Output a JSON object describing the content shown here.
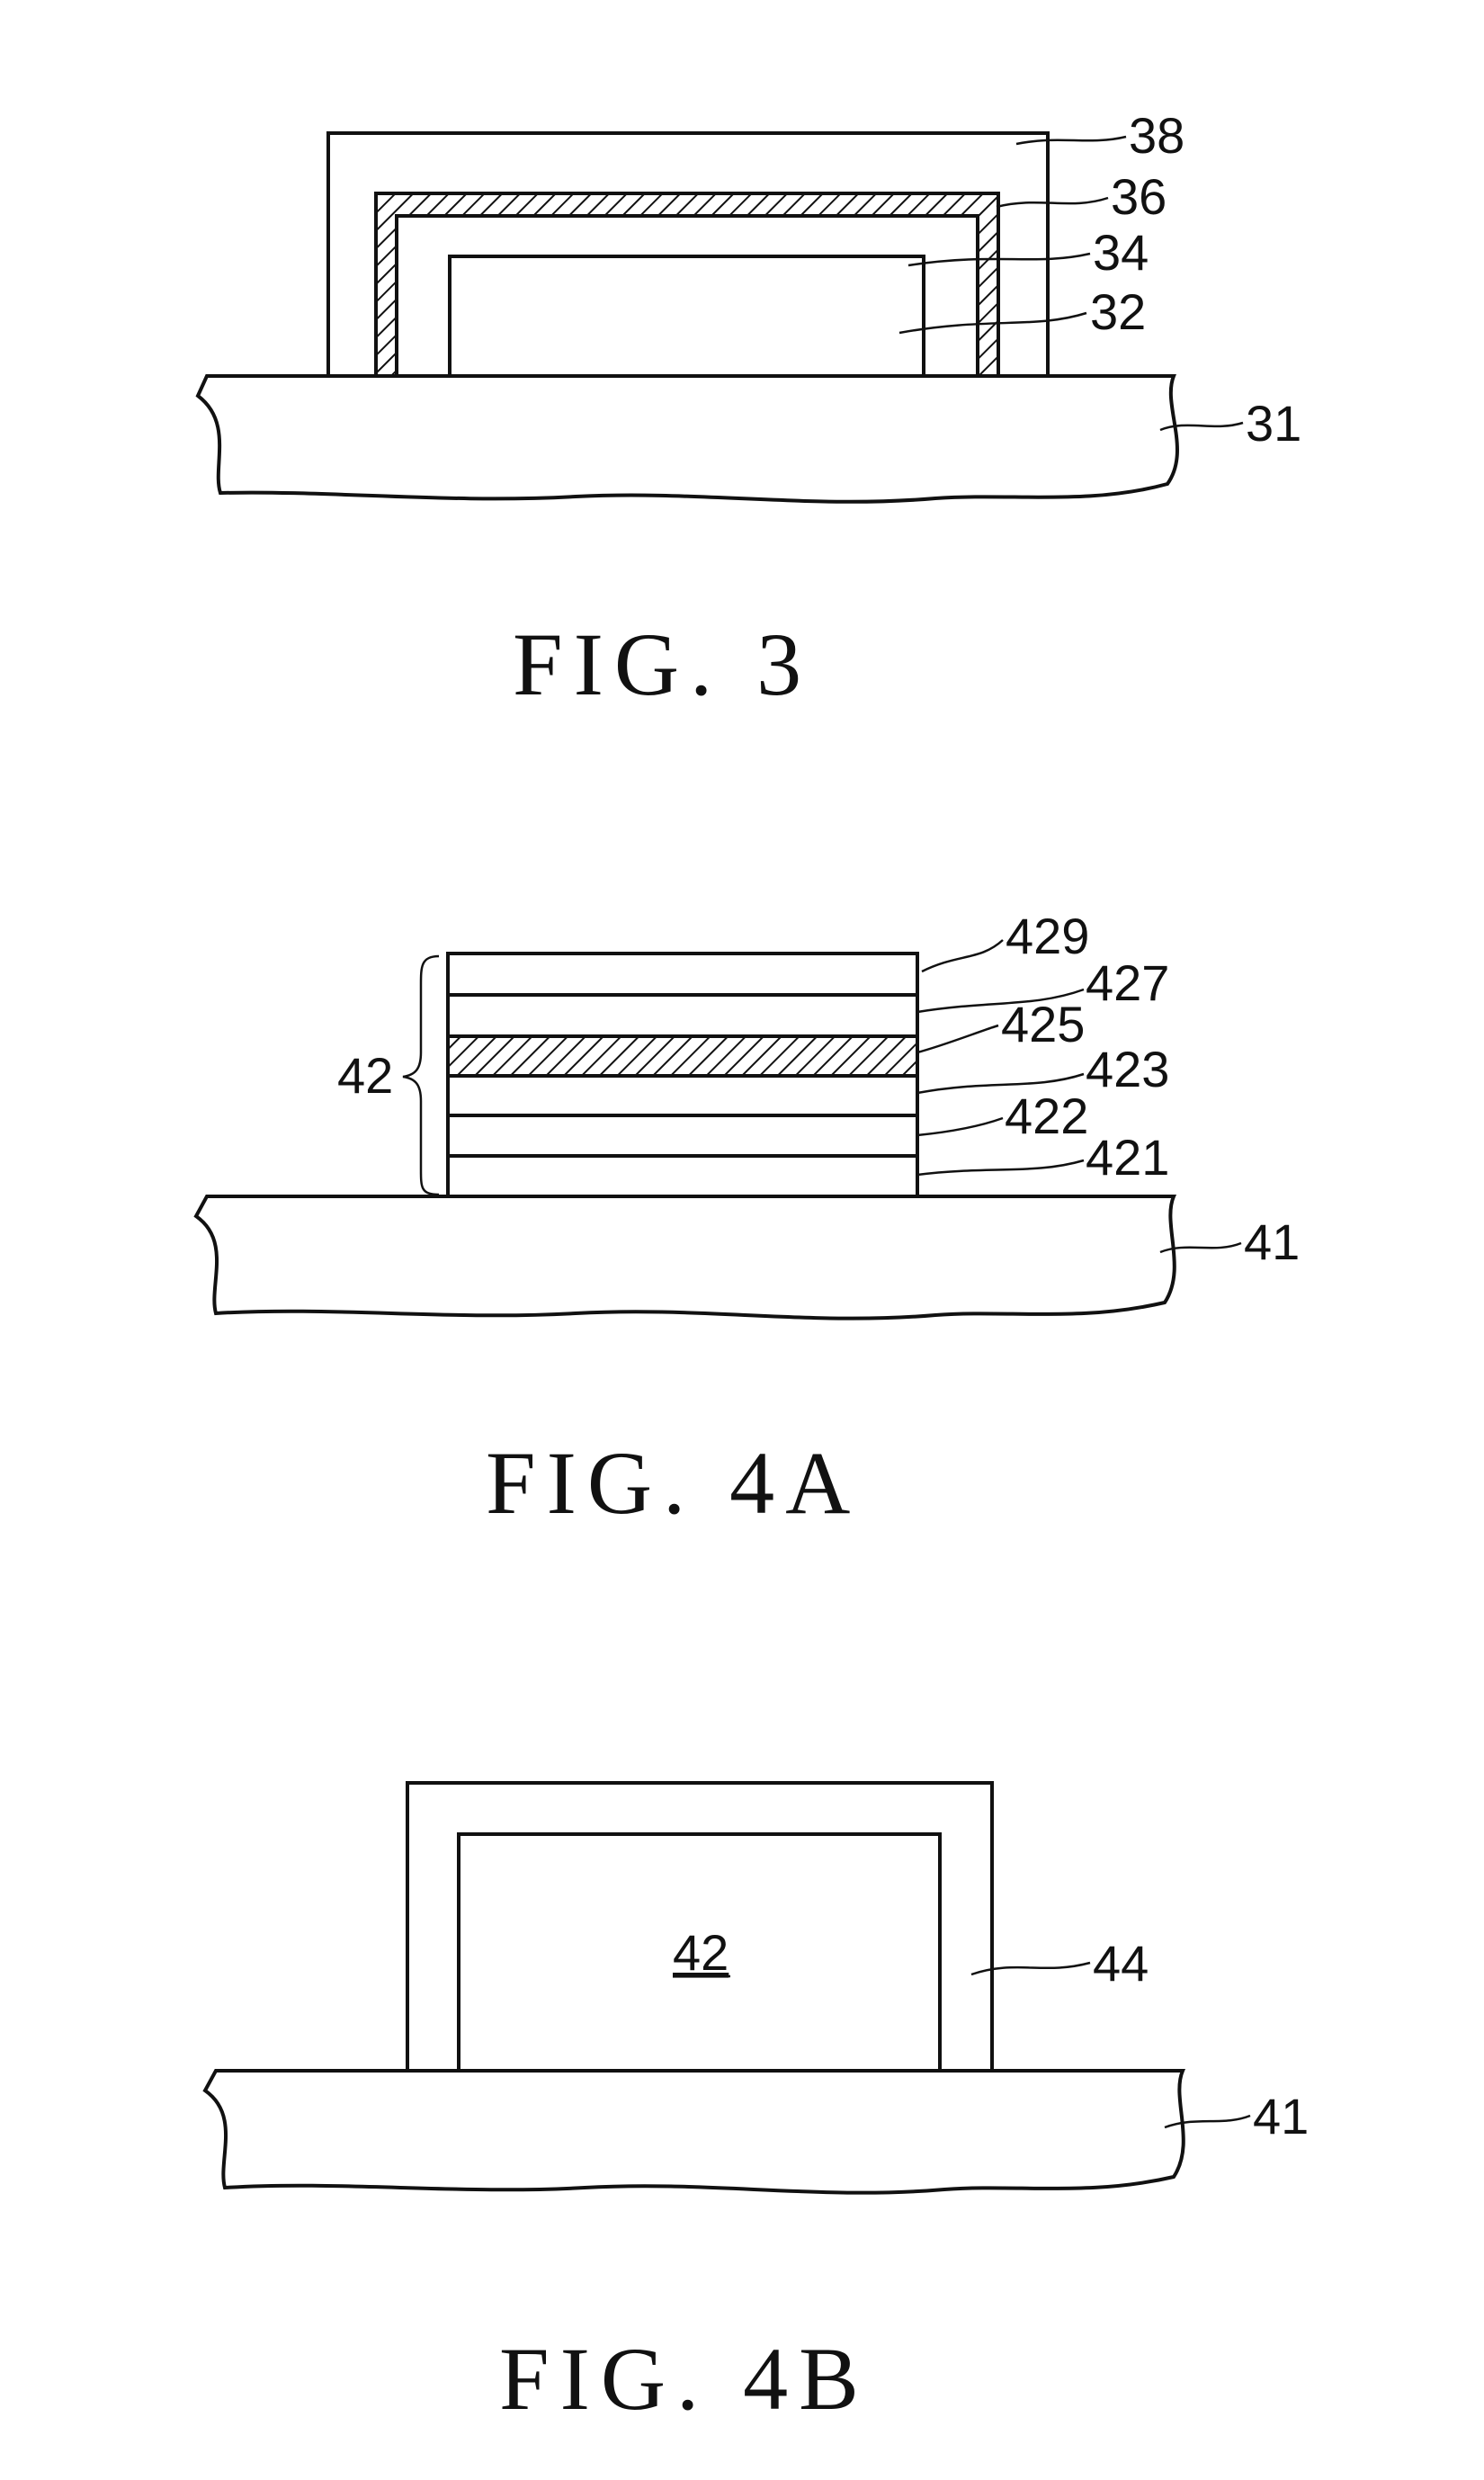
{
  "fig3": {
    "caption": "FIG. 3",
    "labels": {
      "l38": "38",
      "l36": "36",
      "l34": "34",
      "l32": "32",
      "l31": "31"
    }
  },
  "fig4a": {
    "caption": "FIG. 4A",
    "labels": {
      "l429": "429",
      "l427": "427",
      "l425": "425",
      "l423": "423",
      "l422": "422",
      "l421": "421",
      "l42": "42",
      "l41": "41"
    }
  },
  "fig4b": {
    "caption": "FIG. 4B",
    "labels": {
      "l42": "42",
      "l44": "44",
      "l41": "41"
    }
  }
}
